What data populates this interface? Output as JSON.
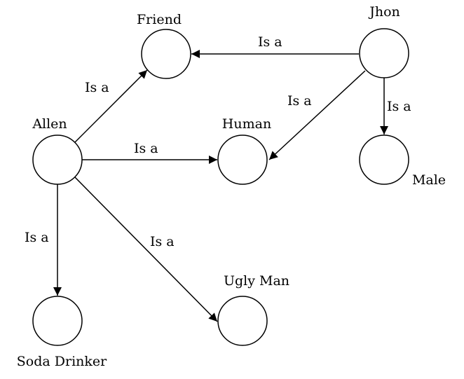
{
  "diagram": {
    "nodes": {
      "friend": "Friend",
      "jhon": "Jhon",
      "allen": "Allen",
      "human": "Human",
      "male": "Male",
      "ugly_man": "Ugly Man",
      "soda_drinker": "Soda Drinker"
    },
    "edges": {
      "jhon_friend": "Is a",
      "jhon_human": "Is a",
      "jhon_male": "Is a",
      "allen_friend": "Is a",
      "allen_human": "Is a",
      "allen_soda_drinker": "Is a",
      "allen_ugly_man": "Is a"
    }
  }
}
